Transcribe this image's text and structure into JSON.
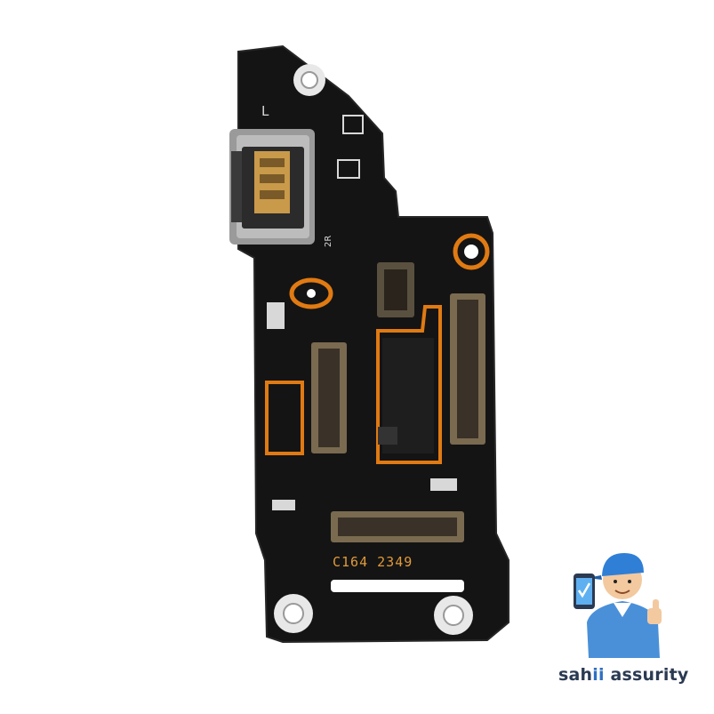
{
  "board": {
    "marking": "C164 2349",
    "side_label": "L",
    "silk_text": "2R"
  },
  "logo": {
    "brand_part1": "sah",
    "brand_part2": "ii",
    "brand_part3": " assurity"
  },
  "colors": {
    "pcb": "#141414",
    "copper_trace": "#e07a12",
    "gold_pad": "#c99a4a",
    "silkscreen": "#d8d8d8",
    "brand_dark": "#2a3a52",
    "brand_accent": "#2f6fc2"
  }
}
